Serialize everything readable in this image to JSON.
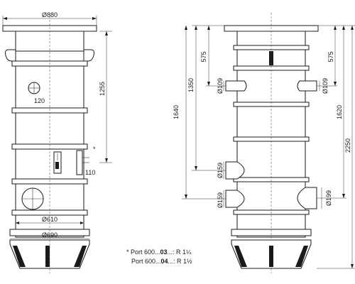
{
  "left_view": {
    "top_diameter": "Ø880",
    "height_dim": "1255",
    "opening_dim": "120",
    "port_dim": "110",
    "port_marker": "*",
    "base_inner_diameter": "Ø610",
    "base_outer_diameter": "Ø690"
  },
  "right_view": {
    "dim_1640": "1640",
    "dim_1350": "1350",
    "dim_575_left": "575",
    "dim_575_right": "575",
    "dim_1620": "1620",
    "dim_2250": "2250",
    "pipe_109_left": "Ø109",
    "pipe_109_right": "Ø109",
    "pipe_159_upper": "Ø159",
    "pipe_159_lower": "Ø159",
    "pipe_199": "Ø199"
  },
  "footnote": {
    "line1_prefix": "* Port 600...",
    "line1_code": "03",
    "line1_suffix": "...: R 1¼",
    "line2_prefix": "Port 600...",
    "line2_code": "04",
    "line2_suffix": "...: R 1½"
  }
}
